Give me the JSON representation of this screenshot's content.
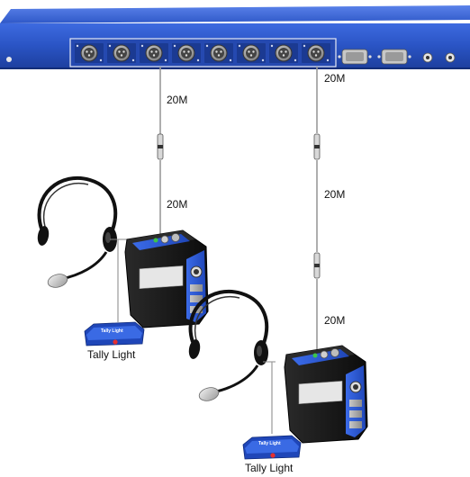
{
  "cable_labels": {
    "left_upper": "20M",
    "left_lower": "20M",
    "right_top": "20M",
    "right_middle": "20M",
    "right_bottom": "20M"
  },
  "tally_left": {
    "badge": "Tally Light",
    "caption": "Tally Light"
  },
  "tally_right": {
    "badge": "Tally Light",
    "caption": "Tally Light"
  },
  "colors": {
    "rack_blue": "#2a54c4",
    "beltpack_black": "#141414",
    "beltpack_blue": "#2c5bd8",
    "tally_blue": "#2f5fd6",
    "tally_lamp": "#e53030"
  },
  "icons": [
    "xlr-connector-icon",
    "db9-port-icon",
    "bnc-port-icon",
    "headset-icon",
    "beltpack-icon",
    "tally-light-icon"
  ]
}
